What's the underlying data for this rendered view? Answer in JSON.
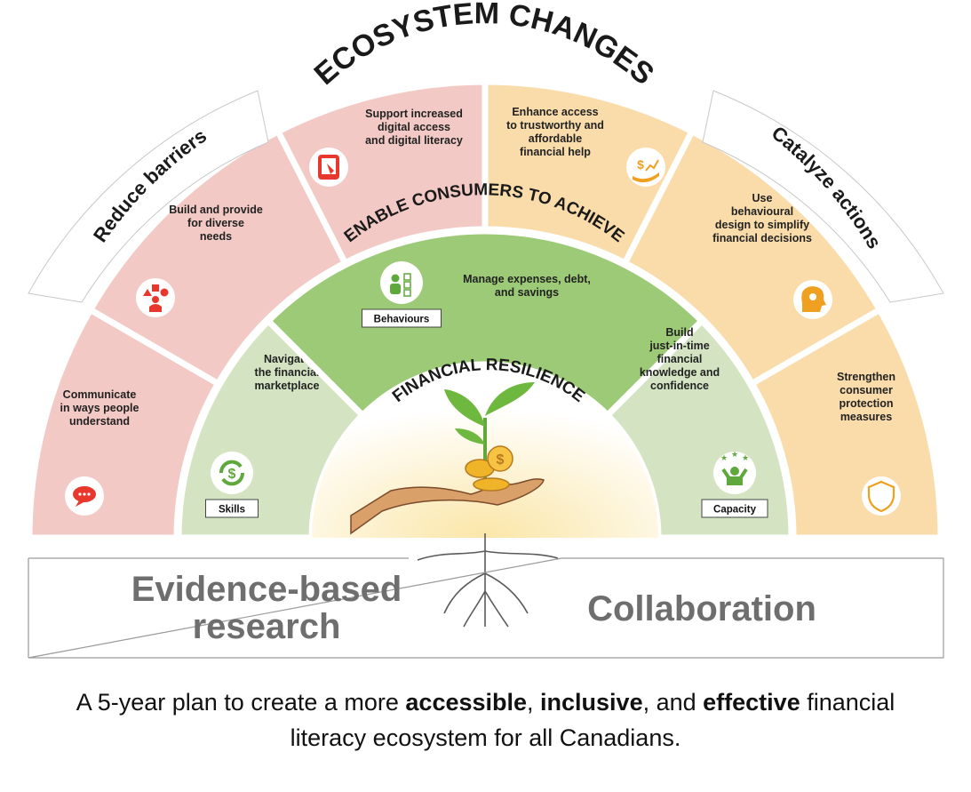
{
  "title": "ECOSYSTEM CHANGES",
  "middle_title": "ENABLE CONSUMERS TO ACHIEVE",
  "inner_title": "FINANCIAL RESILIENCE",
  "outer_groups": {
    "left": "Reduce barriers",
    "right": "Catalyze actions"
  },
  "outer_segments": [
    {
      "id": "communicate",
      "lines": [
        "Communicate",
        "in ways people",
        "understand"
      ],
      "icon": "speech-bubble-icon",
      "color": "#f2c9c4"
    },
    {
      "id": "diverse-needs",
      "lines": [
        "Build and provide",
        "for diverse",
        "needs"
      ],
      "icon": "shapes-person-icon",
      "color": "#f2c9c4"
    },
    {
      "id": "digital",
      "lines": [
        "Support increased",
        "digital access",
        "and digital literacy"
      ],
      "icon": "tablet-hand-icon",
      "color": "#f2c9c4"
    },
    {
      "id": "financial-help",
      "lines": [
        "Enhance access",
        "to trustworthy and",
        "affordable",
        "financial help"
      ],
      "icon": "hand-money-icon",
      "color": "#f9dcaa"
    },
    {
      "id": "behavioural-design",
      "lines": [
        "Use",
        "behavioural",
        "design to simplify",
        "financial decisions"
      ],
      "icon": "head-puzzle-icon",
      "color": "#f9dcaa"
    },
    {
      "id": "protection",
      "lines": [
        "Strengthen",
        "consumer",
        "protection",
        "measures"
      ],
      "icon": "shield-icon",
      "color": "#f9dcaa"
    }
  ],
  "middle_segments": [
    {
      "id": "skills",
      "badge": "Skills",
      "lines": [
        "Navigate",
        "the financial",
        "marketplace"
      ],
      "icon": "dollar-cycle-icon"
    },
    {
      "id": "behaviours",
      "badge": "Behaviours",
      "lines": [
        "Manage expenses, debt,",
        "and savings"
      ],
      "icon": "person-checklist-icon"
    },
    {
      "id": "capacity",
      "badge": "Capacity",
      "lines": [
        "Build",
        "just-in-time",
        "financial",
        "knowledge and",
        "confidence"
      ],
      "icon": "person-stars-icon"
    }
  ],
  "base": {
    "left_lines": [
      "Evidence-based",
      "research"
    ],
    "right": "Collaboration"
  },
  "tagline": {
    "line1_parts": [
      "A 5-year plan to create a more ",
      "accessible",
      ", ",
      "inclusive",
      ", and ",
      "effective",
      " financial"
    ],
    "line2": "literacy ecosystem for all Canadians."
  },
  "colors": {
    "red_accent": "#e8372c",
    "orange_accent": "#f0a020",
    "green_accent": "#5fa83c",
    "green_light": "#d4e4c2",
    "green_mid": "#9cca76",
    "pink": "#f2c9c4",
    "peach": "#f9dcaa"
  }
}
